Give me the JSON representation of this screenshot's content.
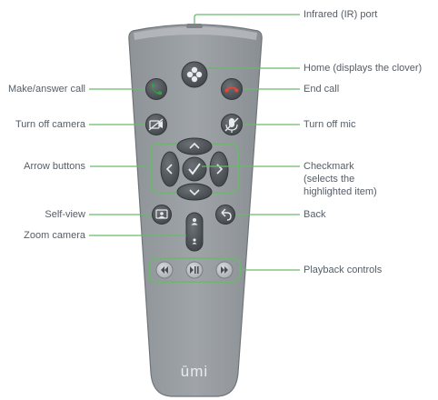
{
  "device": {
    "brand": "ūmi"
  },
  "callouts": {
    "ir_port": "Infrared (IR) port",
    "home": "Home (displays the clover)",
    "make_answer": "Make/answer call",
    "end_call": "End call",
    "camera_off": "Turn off camera",
    "mic_off": "Turn off mic",
    "arrows": "Arrow buttons",
    "checkmark": "Checkmark\n(selects the\nhighlighted item)",
    "self_view": "Self-view",
    "back": "Back",
    "zoom": "Zoom camera",
    "playback": "Playback controls"
  },
  "icons": {
    "call": "phone-green-icon",
    "end": "phone-red-icon",
    "home": "clover-icon",
    "camera_off": "camera-off-icon",
    "mic_off": "mic-off-icon",
    "up": "chevron-up-icon",
    "down": "chevron-down-icon",
    "left": "chevron-left-icon",
    "right": "chevron-right-icon",
    "ok": "checkmark-icon",
    "selfview": "self-view-icon",
    "back": "back-arrow-icon",
    "zoom_in": "zoom-in-icon",
    "zoom_out": "zoom-out-icon",
    "rewind": "rewind-icon",
    "play_pause": "play-pause-icon",
    "fast_forward": "fast-forward-icon"
  },
  "colors": {
    "body": "#959a9e",
    "body_top": "#b7bbbe",
    "button": "#4e5459",
    "button_light": "#6a7075",
    "highlight": "#5cb35c",
    "call_green": "#2aa63a",
    "end_red": "#d63a2f",
    "callout_line": "#6ab96b",
    "text": "#555d66"
  }
}
